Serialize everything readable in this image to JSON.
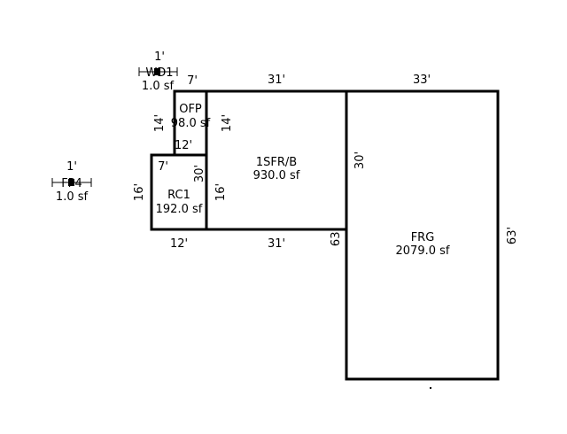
{
  "areas": {
    "wd1": {
      "label": "WD1",
      "size": "1.0 sf",
      "dim_top": "1'"
    },
    "fp4": {
      "label": "FP4",
      "size": "1.0 sf",
      "dim_top": "1'"
    },
    "ofp": {
      "label": "OFP",
      "size": "98.0 sf",
      "dim_top": "7'",
      "dim_left": "14'",
      "dim_right": "14'",
      "dim_bottom": "12'"
    },
    "rc1": {
      "label": "RC1",
      "size": "192.0 sf",
      "dim_left": "16'",
      "dim_right": "16'",
      "dim_bottom": "12'",
      "dim_top": "7'"
    },
    "sfr": {
      "label": "1SFR/B",
      "size": "930.0 sf",
      "dim_top": "31'",
      "dim_bottom": "31'",
      "dim_right": "30'",
      "dim_inner": "30'"
    },
    "frg": {
      "label": "FRG",
      "size": "2079.0 sf",
      "dim_top": "33'",
      "dim_left": "63'",
      "dim_right": "63'"
    }
  }
}
